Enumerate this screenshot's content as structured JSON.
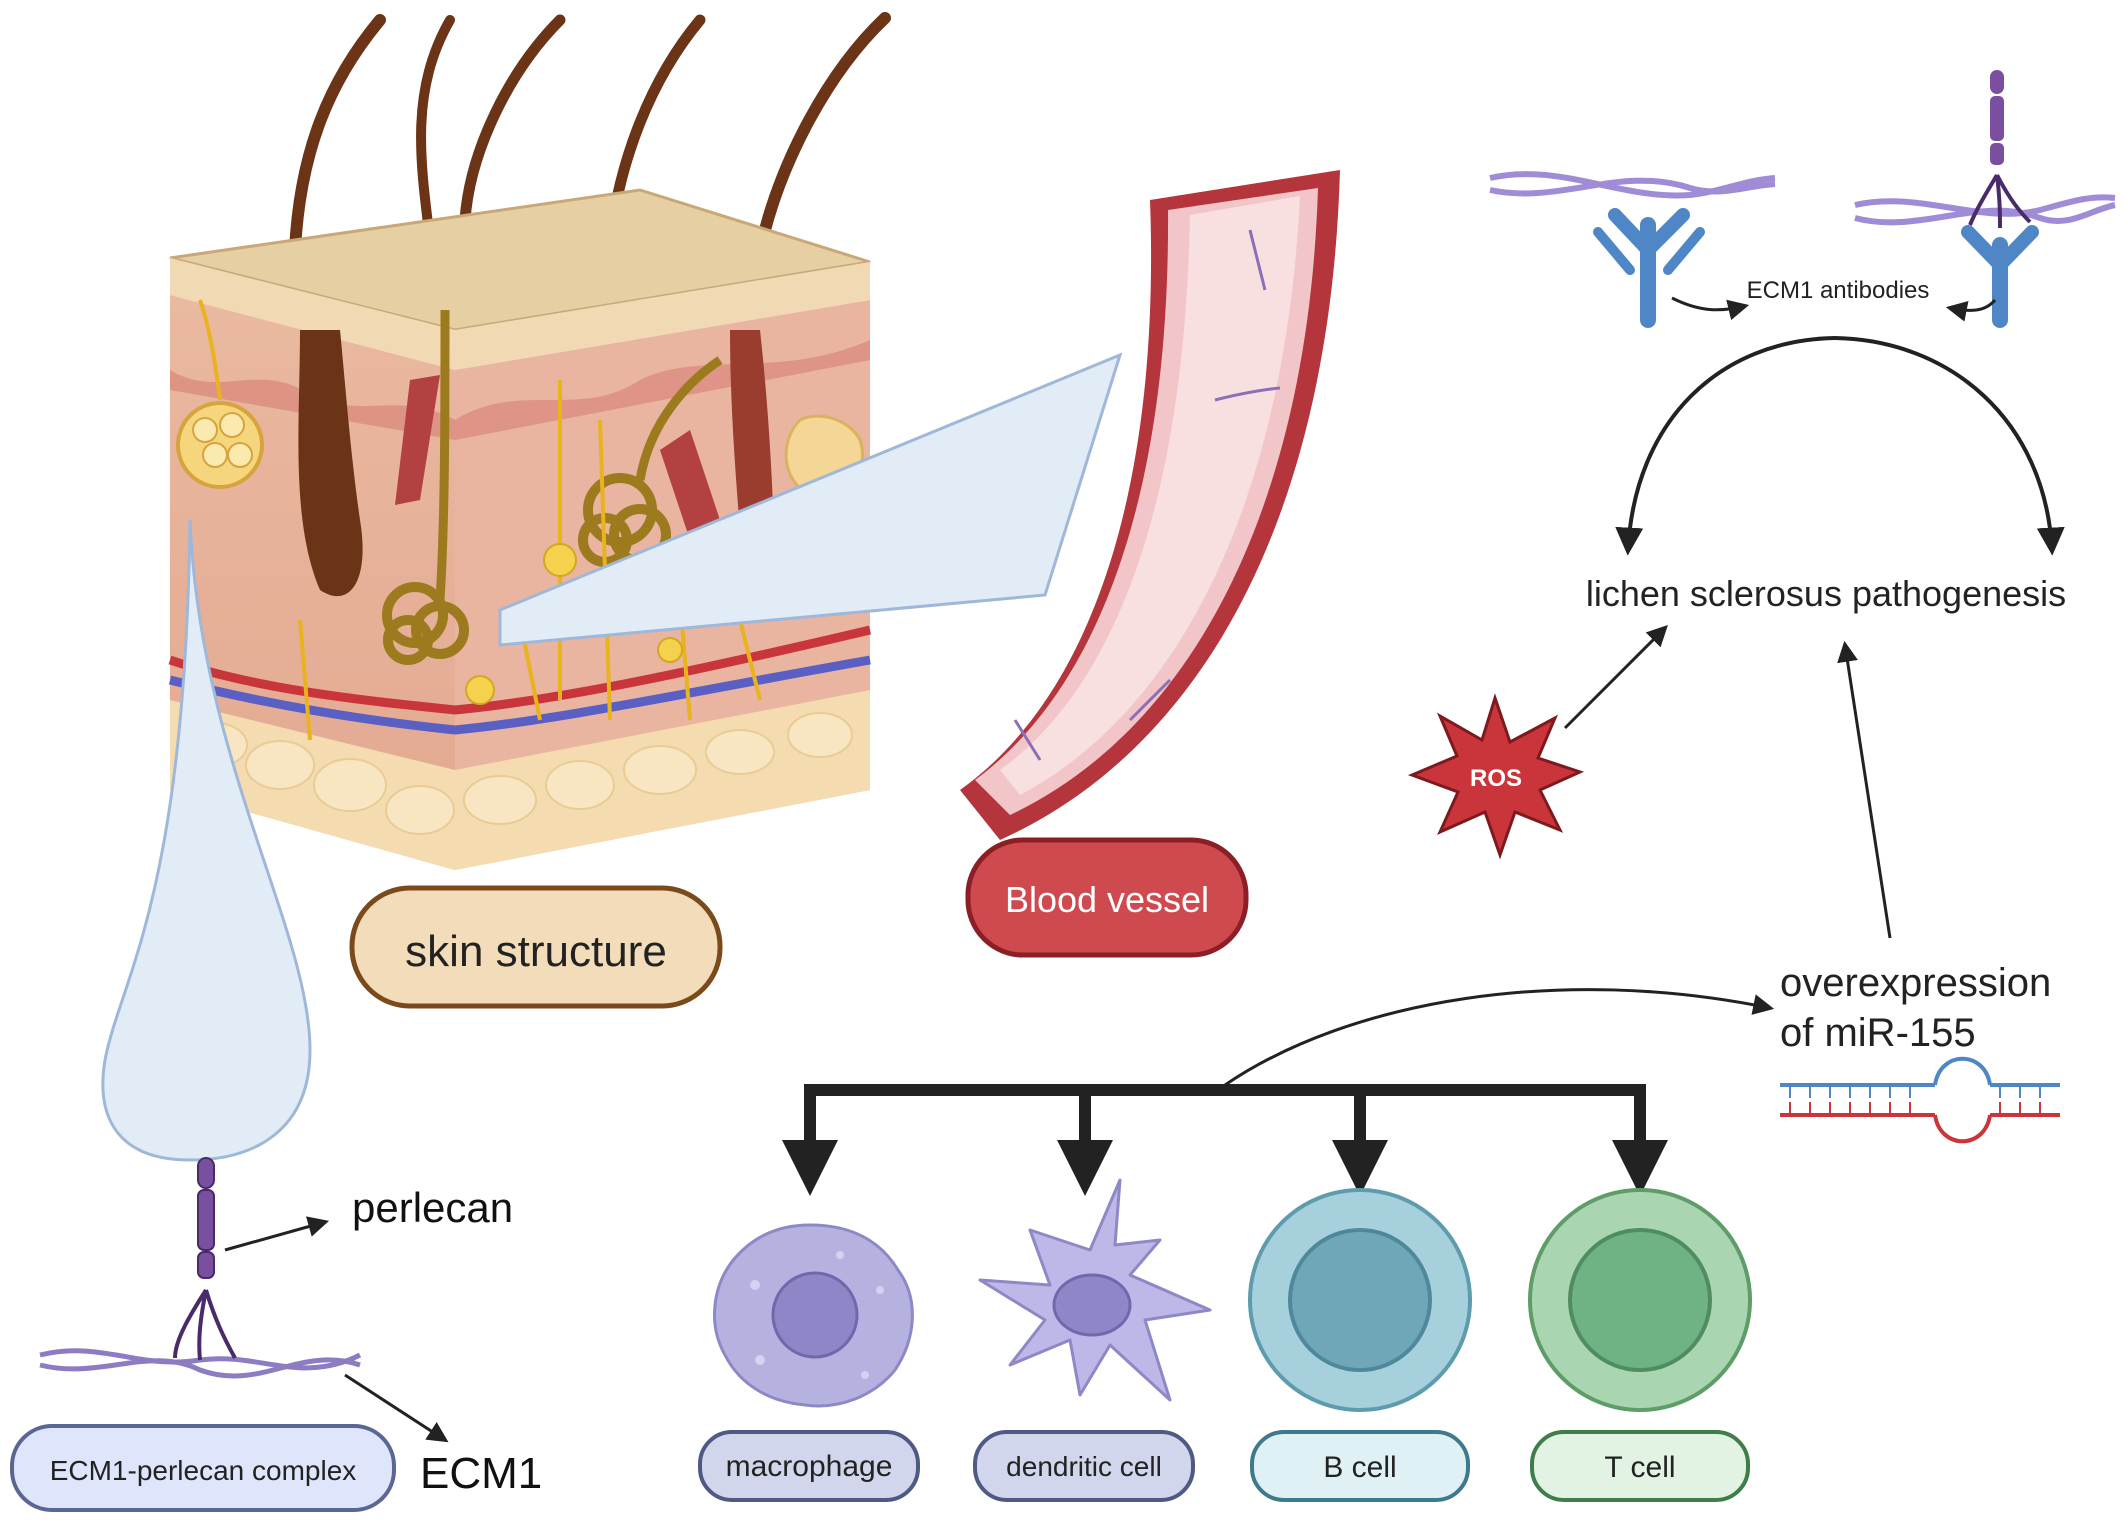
{
  "labels": {
    "skin_structure": "skin structure",
    "blood_vessel": "Blood vessel",
    "ecm1_antibodies": "ECM1 antibodies",
    "lichen_sclerosus": "lichen sclerosus pathogenesis",
    "ros": "ROS",
    "mir155_line1": "overexpression",
    "mir155_line2": "of miR-155",
    "perlecan": "perlecan",
    "ecm1": "ECM1",
    "ecm1_perlecan_complex": "ECM1-perlecan complex",
    "macrophage": "macrophage",
    "dendritic_cell": "dendritic cell",
    "b_cell": "B cell",
    "t_cell": "T cell"
  },
  "colors": {
    "skin_label_fill": "#f3dcb9",
    "skin_label_stroke": "#7a4a1a",
    "vessel_label_fill": "#cf4a4f",
    "vessel_label_stroke": "#8c1f25",
    "macrophage": "#b6b2e0",
    "dendritic": "#bdb8e8",
    "b_cell": "#a6d1dc",
    "t_cell": "#a9d6b0",
    "ros": "#c9353a",
    "antibody": "#4f86c6",
    "zoom_fill": "#e2ecf7",
    "zoom_stroke": "#9fb7d8"
  }
}
